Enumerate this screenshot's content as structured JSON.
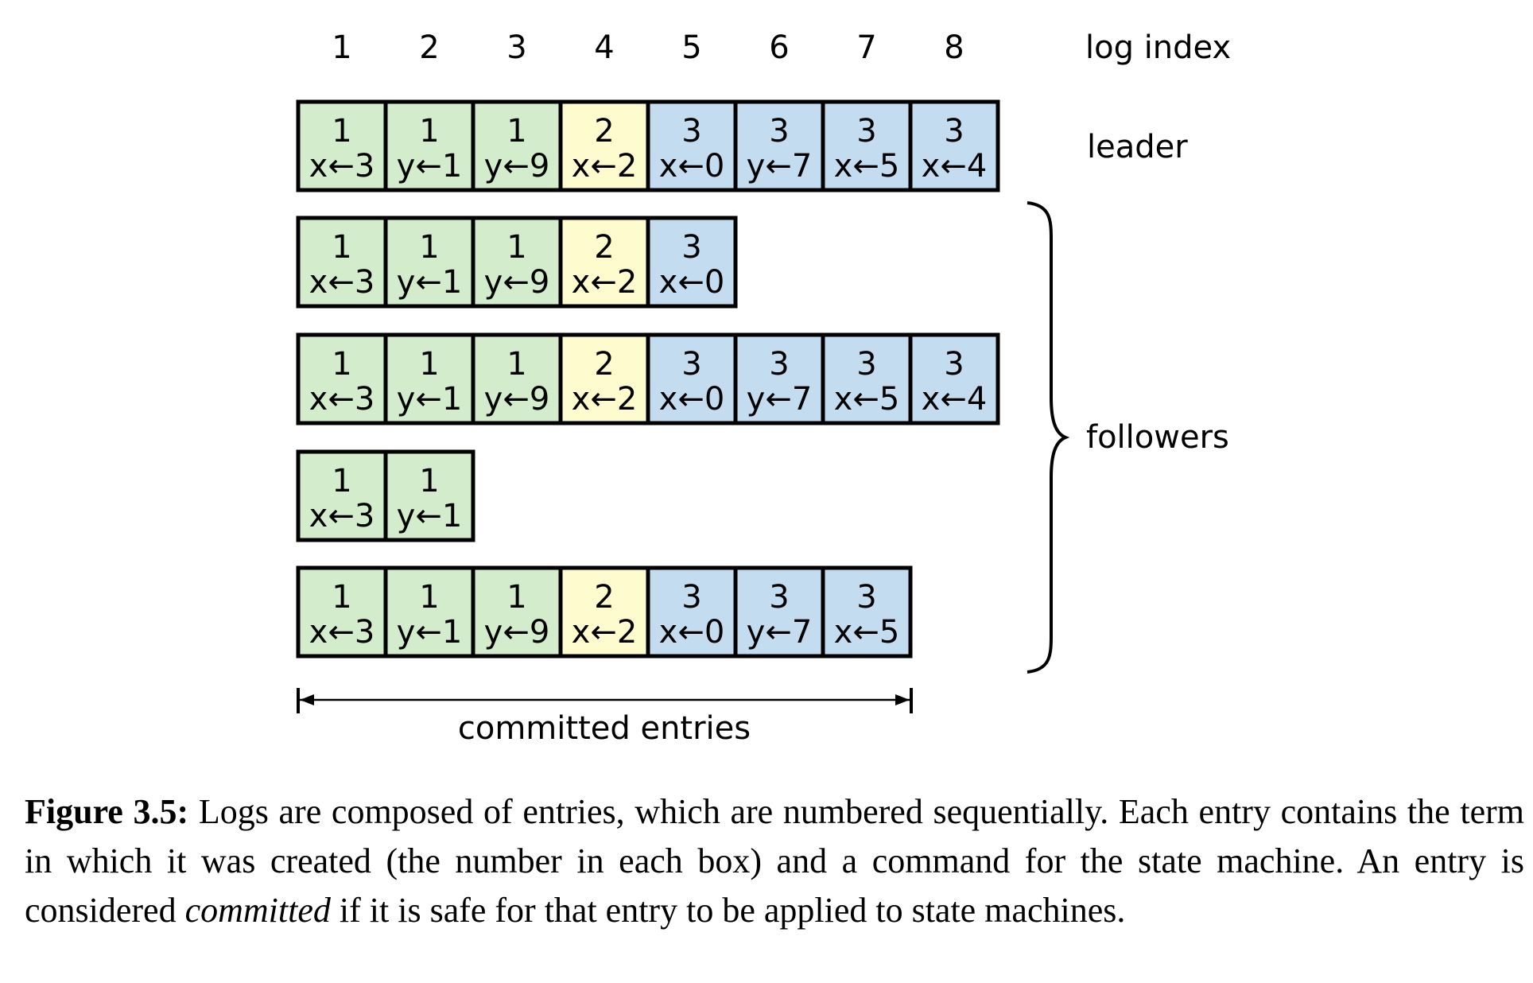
{
  "figure": {
    "log_index_label": "log index",
    "indices": [
      "1",
      "2",
      "3",
      "4",
      "5",
      "6",
      "7",
      "8"
    ],
    "colors": {
      "1": "#d3edcc",
      "2": "#fefccf",
      "3": "#c3dcef"
    },
    "rows": [
      {
        "label": "leader",
        "entries": [
          [
            "1",
            "x←3"
          ],
          [
            "1",
            "y←1"
          ],
          [
            "1",
            "y←9"
          ],
          [
            "2",
            "x←2"
          ],
          [
            "3",
            "x←0"
          ],
          [
            "3",
            "y←7"
          ],
          [
            "3",
            "x←5"
          ],
          [
            "3",
            "x←4"
          ]
        ]
      },
      {
        "entries": [
          [
            "1",
            "x←3"
          ],
          [
            "1",
            "y←1"
          ],
          [
            "1",
            "y←9"
          ],
          [
            "2",
            "x←2"
          ],
          [
            "3",
            "x←0"
          ]
        ]
      },
      {
        "entries": [
          [
            "1",
            "x←3"
          ],
          [
            "1",
            "y←1"
          ],
          [
            "1",
            "y←9"
          ],
          [
            "2",
            "x←2"
          ],
          [
            "3",
            "x←0"
          ],
          [
            "3",
            "y←7"
          ],
          [
            "3",
            "x←5"
          ],
          [
            "3",
            "x←4"
          ]
        ]
      },
      {
        "entries": [
          [
            "1",
            "x←3"
          ],
          [
            "1",
            "y←1"
          ]
        ]
      },
      {
        "entries": [
          [
            "1",
            "x←3"
          ],
          [
            "1",
            "y←1"
          ],
          [
            "1",
            "y←9"
          ],
          [
            "2",
            "x←2"
          ],
          [
            "3",
            "x←0"
          ],
          [
            "3",
            "y←7"
          ],
          [
            "3",
            "x←5"
          ]
        ]
      }
    ],
    "followers_label": "followers",
    "committed_label": "committed entries"
  },
  "caption": {
    "label": "Figure 3.5:",
    "text_before": " Logs are composed of entries, which are numbered sequentially. Each entry contains the term in which it was created (the number in each box) and a command for the state machine. An entry is considered ",
    "emphasis": "committed",
    "text_after": " if it is safe for that entry to be applied to state machines."
  }
}
